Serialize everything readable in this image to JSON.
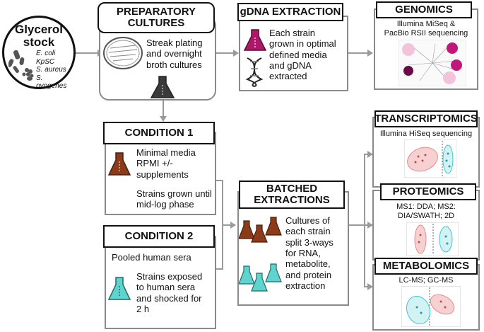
{
  "glycerol": {
    "title_line1": "Glycerol",
    "title_line2": "stock",
    "species": [
      "E. coli",
      "KpSC",
      "S. aureus",
      "S. pyogenes"
    ]
  },
  "preparatory": {
    "title_line1": "PREPARATORY",
    "title_line2": "CULTURES",
    "text": [
      "Streak plating",
      "and overnight",
      "broth cultures"
    ]
  },
  "gdna": {
    "title": "gDNA EXTRACTION",
    "text": [
      "Each strain",
      "grown in optimal",
      "defined media",
      "and gDNA",
      "extracted"
    ]
  },
  "genomics": {
    "title": "GENOMICS",
    "text": [
      "Illumina MiSeq &",
      "PacBio RSII sequencing"
    ]
  },
  "condition1": {
    "title": "CONDITION 1",
    "text_a": [
      "Minimal media",
      "RPMI +/-",
      "supplements"
    ],
    "text_b": [
      "Strains grown until",
      "mid-log phase"
    ]
  },
  "condition2": {
    "title": "CONDITION 2",
    "subtitle": "Pooled human sera",
    "text": [
      "Strains exposed",
      "to human sera",
      "and shocked for",
      "2 h"
    ]
  },
  "batched": {
    "title_line1": "BATCHED",
    "title_line2": "EXTRACTIONS",
    "text": [
      "Cultures of",
      "each strain",
      "split 3-ways",
      "for RNA,",
      "metabolite,",
      "and protein",
      "extraction"
    ]
  },
  "transcriptomics": {
    "title": "TRANSCRIPTOMICS",
    "text": "Illumina HiSeq sequencing"
  },
  "proteomics": {
    "title": "PROTEOMICS",
    "text": [
      "MS1: DDA; MS2:",
      "DIA/SWATH; 2D"
    ]
  },
  "metabolomics": {
    "title": "METABOLOMICS",
    "text": "LC-MS; GC-MS"
  },
  "colors": {
    "connector": "#9a9a9a",
    "box_border": "#8a8a8a",
    "header_border": "#111111",
    "flask_brown": "#8b3a1a",
    "flask_teal": "#5fd4cf",
    "flask_gray": "#3a3a3a",
    "dna_purple": "#b0176b",
    "ellipse_pink": "#e88a8a",
    "ellipse_teal": "#3ec8d0"
  }
}
